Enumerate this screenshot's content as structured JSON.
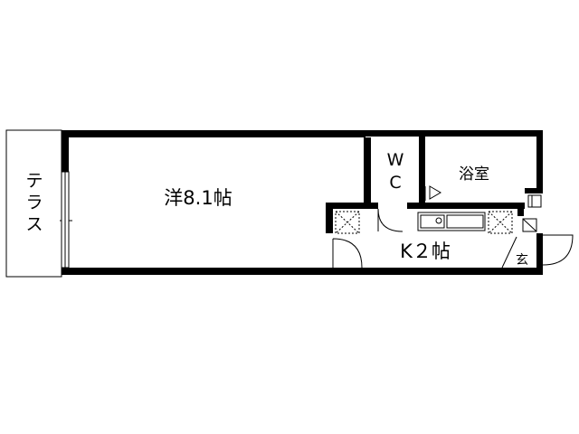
{
  "floor_plan": {
    "rooms": {
      "western_room": "洋8.1帖",
      "terrace": "テラス",
      "toilet": "WC",
      "bathroom": "浴室",
      "kitchen": "K２帖",
      "entrance": "玄"
    }
  },
  "colors": {
    "wall": "#000000",
    "background": "#ffffff",
    "terrace_fill": "#ffffff",
    "fixture_line": "#000000"
  }
}
